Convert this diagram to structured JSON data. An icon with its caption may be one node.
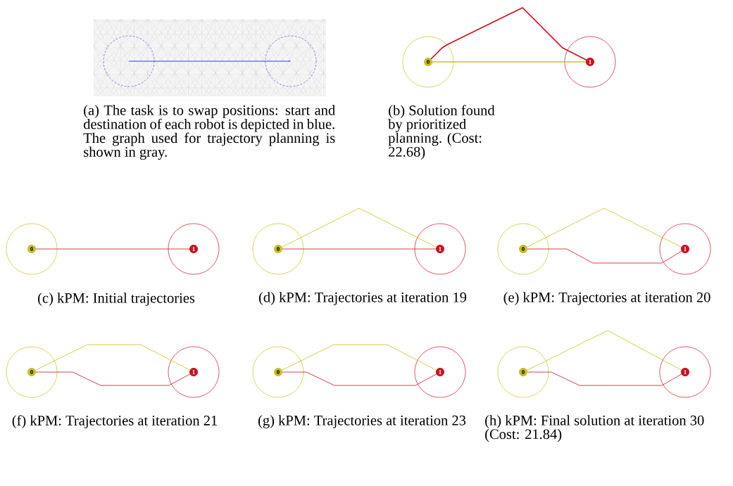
{
  "diagram": {
    "labels": [
      "(a) The task is to swap positions: start and destination of each robot is depicted in blue. The graph used for trajectory planning is shown in gray.",
      "0",
      "1",
      "(b) Solution found by prioritized planning. (Cost: 22.68)",
      "0",
      "1",
      "(c) kPM: Initial trajectories",
      "0",
      "1",
      "(d) kPM: Trajectories at iteration 19",
      "0",
      "1",
      "(e) kPM: Trajectories at iteration 20",
      "0",
      "1",
      "(f) kPM: Trajectories at iteration 21",
      "0",
      "1",
      "(g) kPM: Trajectories at iteration 23",
      "0",
      "1",
      "(h) kPM: Final solution at iteration 30 (Cost: 21.84)"
    ]
  }
}
